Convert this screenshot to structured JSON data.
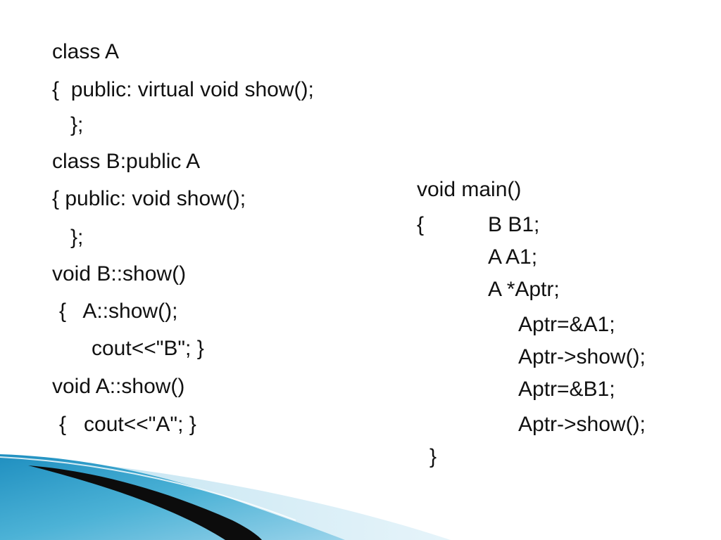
{
  "slide": {
    "left_code": [
      "class A",
      "{  public: virtual void show();",
      "};",
      "class B:public A",
      "{ public: void show();",
      "};",
      "void B::show()",
      "{   A::show();",
      "cout<<\"B\"; }",
      "void A::show()",
      "{   cout<<\"A\"; }"
    ],
    "right_code": [
      "void main()",
      "{",
      "B B1;",
      "A A1;",
      "A *Aptr;",
      "Aptr=&A1;",
      "Aptr->show();",
      "Aptr=&B1;",
      "Aptr->show();",
      "}"
    ]
  }
}
